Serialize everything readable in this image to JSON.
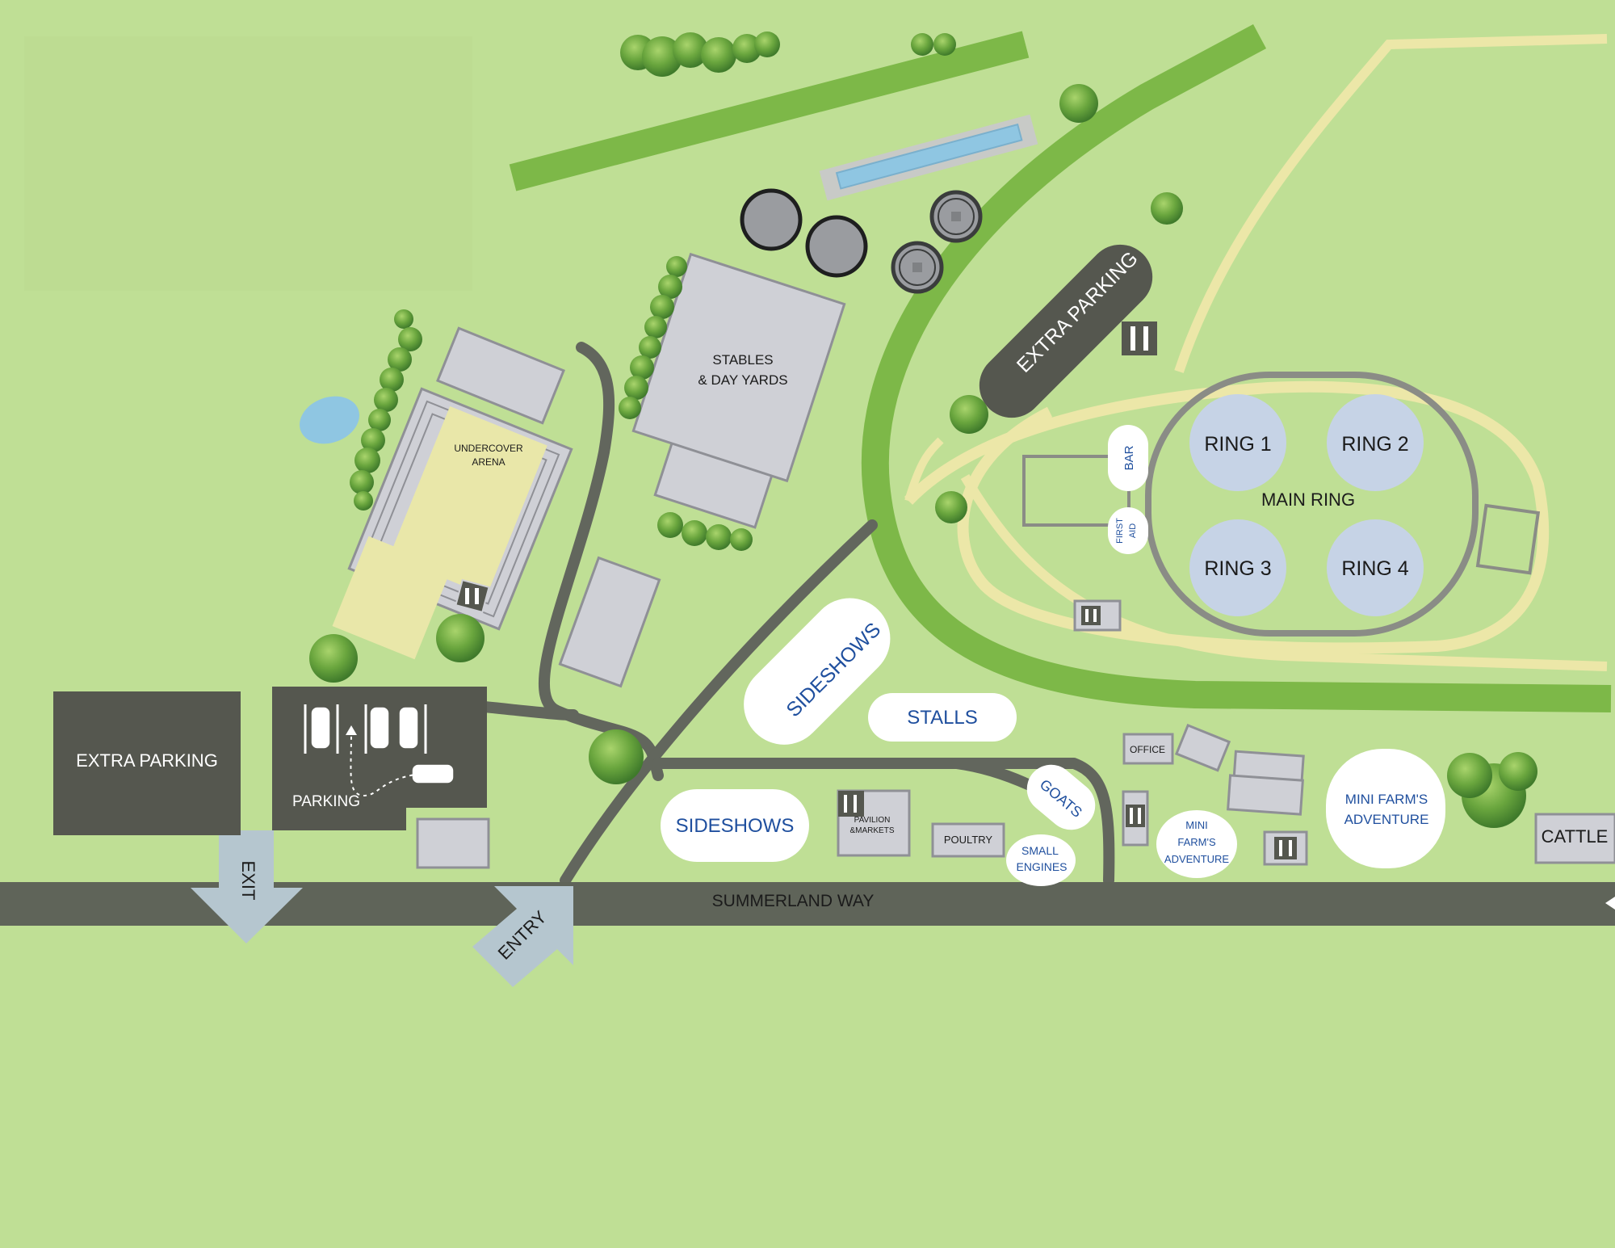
{
  "road": {
    "name": "SUMMERLAND WAY"
  },
  "arrows": {
    "exit": "EXIT",
    "entry": "ENTRY"
  },
  "parking": {
    "extra_left": "EXTRA PARKING",
    "main": "PARKING",
    "extra_top": "EXTRA PARKING"
  },
  "buildings": {
    "arena_line1": "UNDERCOVER",
    "arena_line2": "ARENA",
    "stables_line1": "STABLES",
    "stables_line2": "& DAY YARDS",
    "pavilion_line1": "PAVILION",
    "pavilion_line2": "&MARKETS",
    "poultry": "POULTRY",
    "office": "OFFICE",
    "cattle": "CATTLE"
  },
  "zones": {
    "sideshows_diag": "SIDESHOWS",
    "stalls": "STALLS",
    "sideshows_lower": "SIDESHOWS",
    "goats": "GOATS",
    "small_engines_line1": "SMALL",
    "small_engines_line2": "ENGINES",
    "mini_small_line1": "MINI",
    "mini_small_line2": "FARM'S",
    "mini_small_line3": "ADVENTURE",
    "mini_big_line1": "MINI FARM'S",
    "mini_big_line2": "ADVENTURE",
    "bar": "BAR",
    "first_aid_line1": "FIRST",
    "first_aid_line2": "AID"
  },
  "rings": {
    "main": "MAIN RING",
    "ring1": "RING 1",
    "ring2": "RING 2",
    "ring3": "RING 3",
    "ring4": "RING 4"
  },
  "icons": {
    "toilets": "toilets-icon",
    "car": "car-icon",
    "tree": "tree-icon"
  },
  "colors": {
    "grass": "#bfdf95",
    "track_green": "#7db848",
    "sand_track": "#ece7a8",
    "road": "#5f6459",
    "path": "#62665d",
    "building": "#cfd0d6",
    "dark_block": "#55574f",
    "ring_blue": "#c6d3e6",
    "label_blue": "#1f4f9e",
    "arrow": "#b5c6cf",
    "water": "#8fc6e2"
  }
}
